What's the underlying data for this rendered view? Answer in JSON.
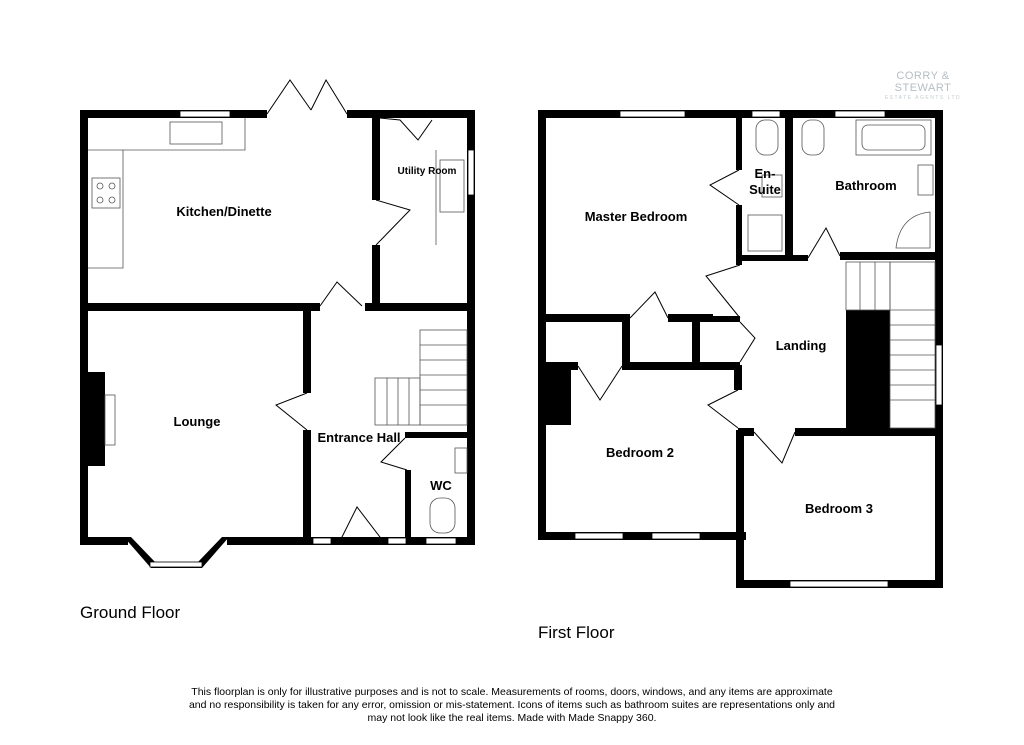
{
  "brand": {
    "name": "CORRY & STEWART",
    "tagline": "ESTATE AGENTS LTD"
  },
  "floors": {
    "ground": {
      "label": "Ground Floor",
      "rooms": {
        "kitchen": "Kitchen/Dinette",
        "utility": "Utility Room",
        "lounge": "Lounge",
        "hall": "Entrance Hall",
        "wc": "WC"
      }
    },
    "first": {
      "label": "First Floor",
      "rooms": {
        "master": "Master Bedroom",
        "ensuite_1": "En-",
        "ensuite_2": "Suite",
        "bathroom": "Bathroom",
        "landing": "Landing",
        "bedroom2": "Bedroom 2",
        "bedroom3": "Bedroom 3"
      }
    }
  },
  "disclaimer": {
    "line1": "This floorplan is only for illustrative purposes and is not to scale. Measurements of rooms, doors, windows, and any items are approximate",
    "line2": "and no responsibility is taken for any error, omission or mis-statement. Icons of items such as bathroom suites are representations only and",
    "line3": "may not look like the real items. Made with Made Snappy 360."
  }
}
